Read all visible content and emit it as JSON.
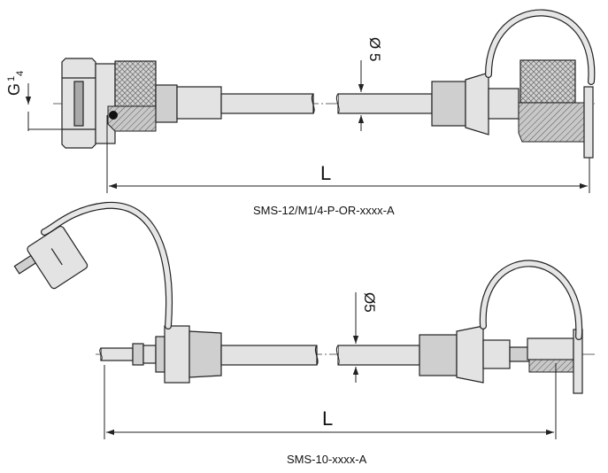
{
  "assembly_top": {
    "model_code": "SMS-12/M1/4-P-OR-xxxx-A",
    "length_label": "L",
    "diameter_label": "Ø 5",
    "thread_label_main": "G",
    "thread_label_num": "1",
    "thread_label_den": "4"
  },
  "assembly_bottom": {
    "model_code": "SMS-10-xxxx-A",
    "length_label": "L",
    "diameter_label": "Ø5"
  },
  "colors": {
    "line": "#222222",
    "part_fill": "#e3e3e3",
    "part_shade": "#a9a9a9"
  }
}
